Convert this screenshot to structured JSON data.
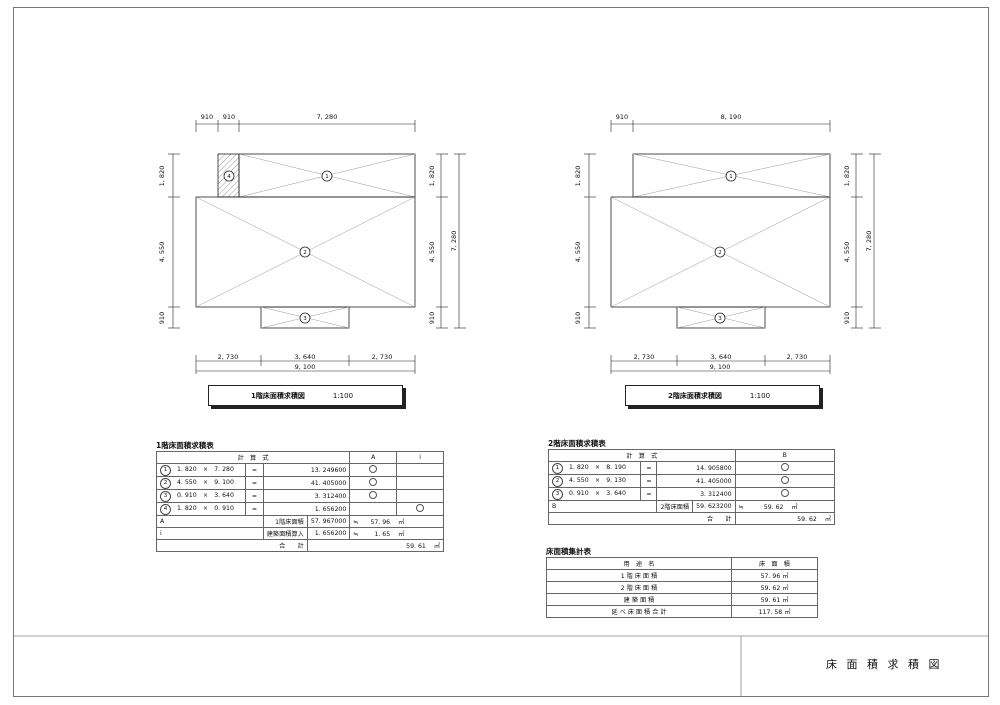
{
  "drawing1": {
    "dims_top": [
      "910",
      "910",
      "7, 280"
    ],
    "dims_left": [
      "1, 820",
      "4, 550",
      "910"
    ],
    "dims_right": [
      "1, 820",
      "4, 550",
      "910",
      "7, 280"
    ],
    "dims_bottom": [
      "2, 730",
      "3, 640",
      "2, 730",
      "9, 100"
    ],
    "region_labels": [
      "1",
      "2",
      "3",
      "4"
    ],
    "title": "1階床面積求積図",
    "scale": "1:100"
  },
  "drawing2": {
    "dims_top": [
      "910",
      "8, 190"
    ],
    "dims_left": [
      "1, 820",
      "4, 550",
      "910"
    ],
    "dims_right": [
      "1, 820",
      "4, 550",
      "910",
      "7, 280"
    ],
    "dims_bottom": [
      "2, 730",
      "3, 640",
      "2, 730",
      "9, 100"
    ],
    "region_labels": [
      "1",
      "2",
      "3"
    ],
    "title": "2階床面積求積図",
    "scale": "1:100"
  },
  "table1": {
    "caption": "1階床面積求積表",
    "header": [
      "計　算　式",
      "A",
      "i"
    ],
    "rows": [
      {
        "no": "1",
        "expr": "1. 820　×　7. 280",
        "eq": "=",
        "value": "13. 249600"
      },
      {
        "no": "2",
        "expr": "4. 550　×　9. 100",
        "eq": "=",
        "value": "41. 405000"
      },
      {
        "no": "3",
        "expr": "0. 910　×　3. 640",
        "eq": "=",
        "value": "3. 312400"
      },
      {
        "no": "4",
        "expr": "1. 820　×　0. 910",
        "eq": "=",
        "value": "1. 656200"
      }
    ],
    "sum_a": {
      "label": "A",
      "name": "1階床面積",
      "value": "57. 967000",
      "approx": "≒",
      "rounded": "57. 96",
      "unit": "㎡"
    },
    "sum_i": {
      "label": "i",
      "name": "建築面積算入",
      "value": "1. 656200",
      "approx": "≒",
      "rounded": "1. 65",
      "unit": "㎡"
    },
    "total": {
      "name": "合　　計",
      "value": "59. 61",
      "unit": "㎡"
    }
  },
  "table2": {
    "caption": "2階床面積求積表",
    "header": [
      "計　算　式",
      "B"
    ],
    "rows": [
      {
        "no": "1",
        "expr": "1. 820　×　8. 190",
        "eq": "=",
        "value": "14. 905800"
      },
      {
        "no": "2",
        "expr": "4. 550　×　9. 130",
        "eq": "=",
        "value": "41. 405000"
      },
      {
        "no": "3",
        "expr": "0. 910　×　3. 640",
        "eq": "=",
        "value": "3. 312400"
      }
    ],
    "sum_b": {
      "label": "B",
      "name": "2階床面積",
      "value": "59. 623200",
      "approx": "≒",
      "rounded": "59. 62",
      "unit": "㎡"
    },
    "total": {
      "name": "合　　計",
      "value": "59. 62",
      "unit": "㎡"
    }
  },
  "table3": {
    "caption": "床面積集計表",
    "header": [
      "用　途　名",
      "床　面　積"
    ],
    "rows": [
      {
        "name": "1 階 床 面 積",
        "value": "57. 96 ㎡"
      },
      {
        "name": "2 階 床 面 積",
        "value": "59. 62 ㎡"
      },
      {
        "name": "建 築 面 積",
        "value": "59. 61 ㎡"
      },
      {
        "name": "延 べ 床 面 積 合 計",
        "value": "117. 58 ㎡"
      }
    ]
  },
  "sheet_title": "床 面 積 求 積 図"
}
